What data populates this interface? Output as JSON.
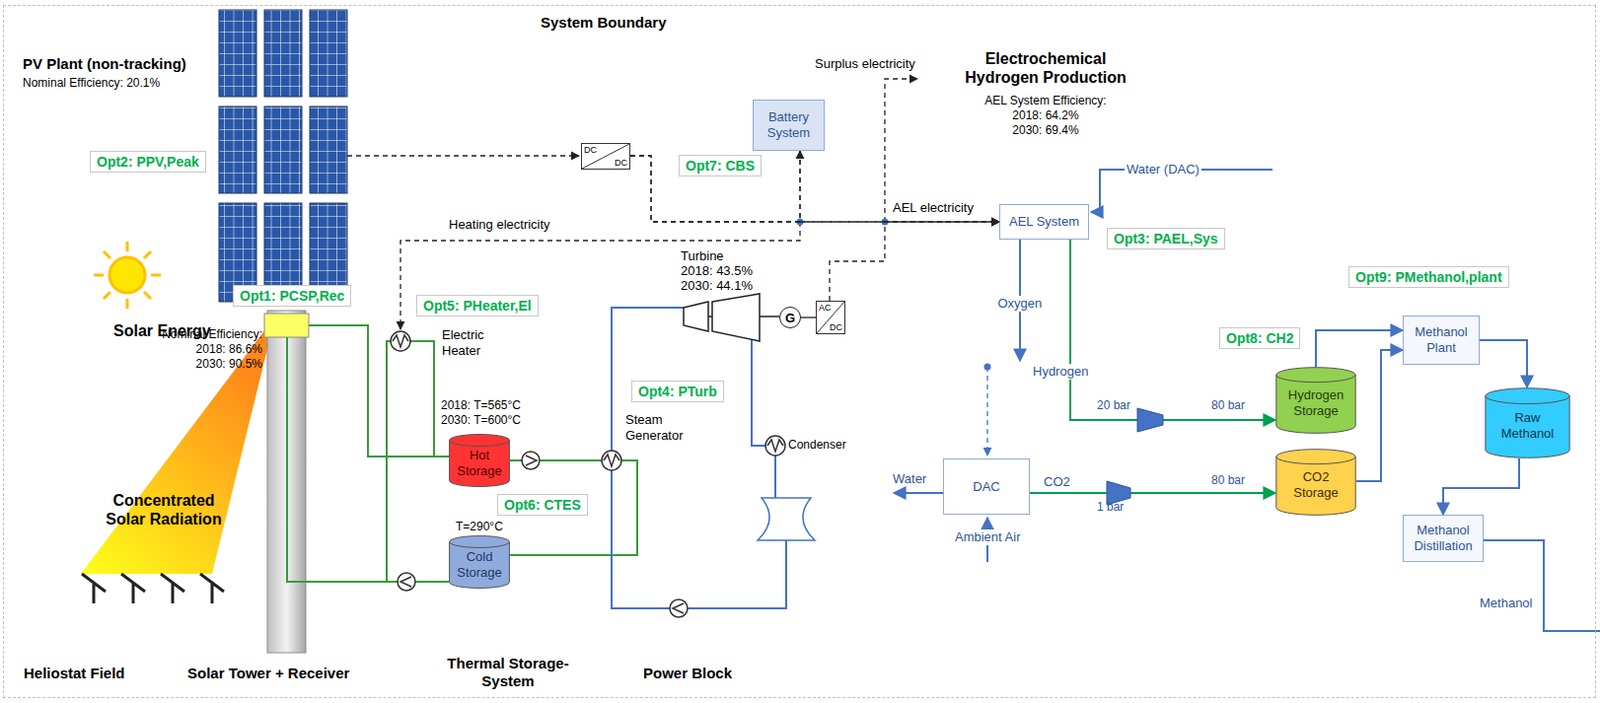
{
  "diagram": {
    "nodes": [
      {
        "text": [
          "System Boundary"
        ]
      },
      {
        "text": [
          "Opt2: PPV,Peak"
        ],
        "in": 0
      },
      {
        "text": [
          "Opt1: PCSP,Rec"
        ],
        "in": 0
      },
      {
        "text": [
          "Opt5: PHeater,El"
        ],
        "in": 0
      },
      {
        "text": [
          "Hot Storage"
        ],
        "in": 0
      },
      {
        "text": [
          "Cold Storage"
        ],
        "in": 0
      },
      {
        "text": [
          "Opt6: CTES"
        ],
        "in": 0
      },
      {
        "text": [
          "DC",
          "DC"
        ],
        "in": 0
      },
      {
        "text": [
          "Battery System"
        ],
        "in": 0
      },
      {
        "text": [
          "Opt7: CBS"
        ],
        "in": 0
      },
      {
        "text": [
          "G"
        ],
        "in": 0
      },
      {
        "text": [
          "AC",
          "DC"
        ],
        "in": 0
      },
      {
        "text": [
          "Opt4: PTurb"
        ],
        "in": 0
      },
      {
        "text": [
          "AEL System"
        ],
        "in": 0
      },
      {
        "text": [
          "Opt3: PAEL,Sys"
        ],
        "in": 0
      },
      {
        "text": [
          "DAC"
        ],
        "in": 0
      },
      {
        "text": [
          "Opt8: CH2"
        ],
        "in": 0
      },
      {
        "text": [
          "Hydrogen Storage"
        ],
        "in": 0
      },
      {
        "text": [
          "CO2 Storage"
        ],
        "in": 0
      },
      {
        "text": [
          "Opt9: PMethanol,plant"
        ],
        "in": 0
      },
      {
        "text": [
          "Methanol Plant"
        ],
        "in": 0
      },
      {
        "text": [
          "Raw Methanol"
        ],
        "in": 0
      },
      {
        "text": [
          "Methanol Distillation"
        ],
        "in": 0
      }
    ],
    "edges": [
      {
        "from": 7,
        "to": 13,
        "arrow": "to"
      },
      {
        "from": 7,
        "to": 8,
        "arrow": "to"
      },
      {
        "from": 8,
        "to": 13,
        "arrow": "to"
      },
      {
        "from": 11,
        "to": 13,
        "arrow": "to"
      },
      {
        "from": 10,
        "to": 11,
        "arrow": "none"
      },
      {
        "from": 13,
        "to": 17,
        "arrow": "to"
      },
      {
        "from": 15,
        "to": 18,
        "arrow": "to"
      },
      {
        "from": 17,
        "to": 20,
        "arrow": "to"
      },
      {
        "from": 18,
        "to": 20,
        "arrow": "to"
      },
      {
        "from": 20,
        "to": 21,
        "arrow": "to"
      },
      {
        "from": 21,
        "to": 22,
        "arrow": "to"
      }
    ],
    "labels": [
      "PV Plant (non-tracking)",
      "Nominal Efficiency: 20.1%",
      "Solar Energy",
      "Nominal Efficiency:",
      "2018: 86.6%",
      "2030: 90.5%",
      "Concentrated Solar Radiation",
      "Heliostat Field",
      "Solar Tower + Receiver",
      "Thermal Storage- System",
      "Power Block",
      "Heating electricity",
      "Electric Heater",
      "2018: T=565°C",
      "2030: T=600°C",
      "T=290°C",
      "Steam Generator",
      "Turbine",
      "2018: 43.5%",
      "2030: 44.1%",
      "Condenser",
      "Surplus electricity",
      "AEL electricity",
      "Electrochemical Hydrogen Production",
      "AEL System Efficiency:",
      "2018: 64.2%",
      "2030: 69.4%",
      "Water (DAC)",
      "Oxygen",
      "Hydrogen",
      "20 bar",
      "80 bar",
      "80 bar",
      "CO2",
      "1 bar",
      "Water",
      "Ambient Air",
      "Methanol"
    ]
  }
}
